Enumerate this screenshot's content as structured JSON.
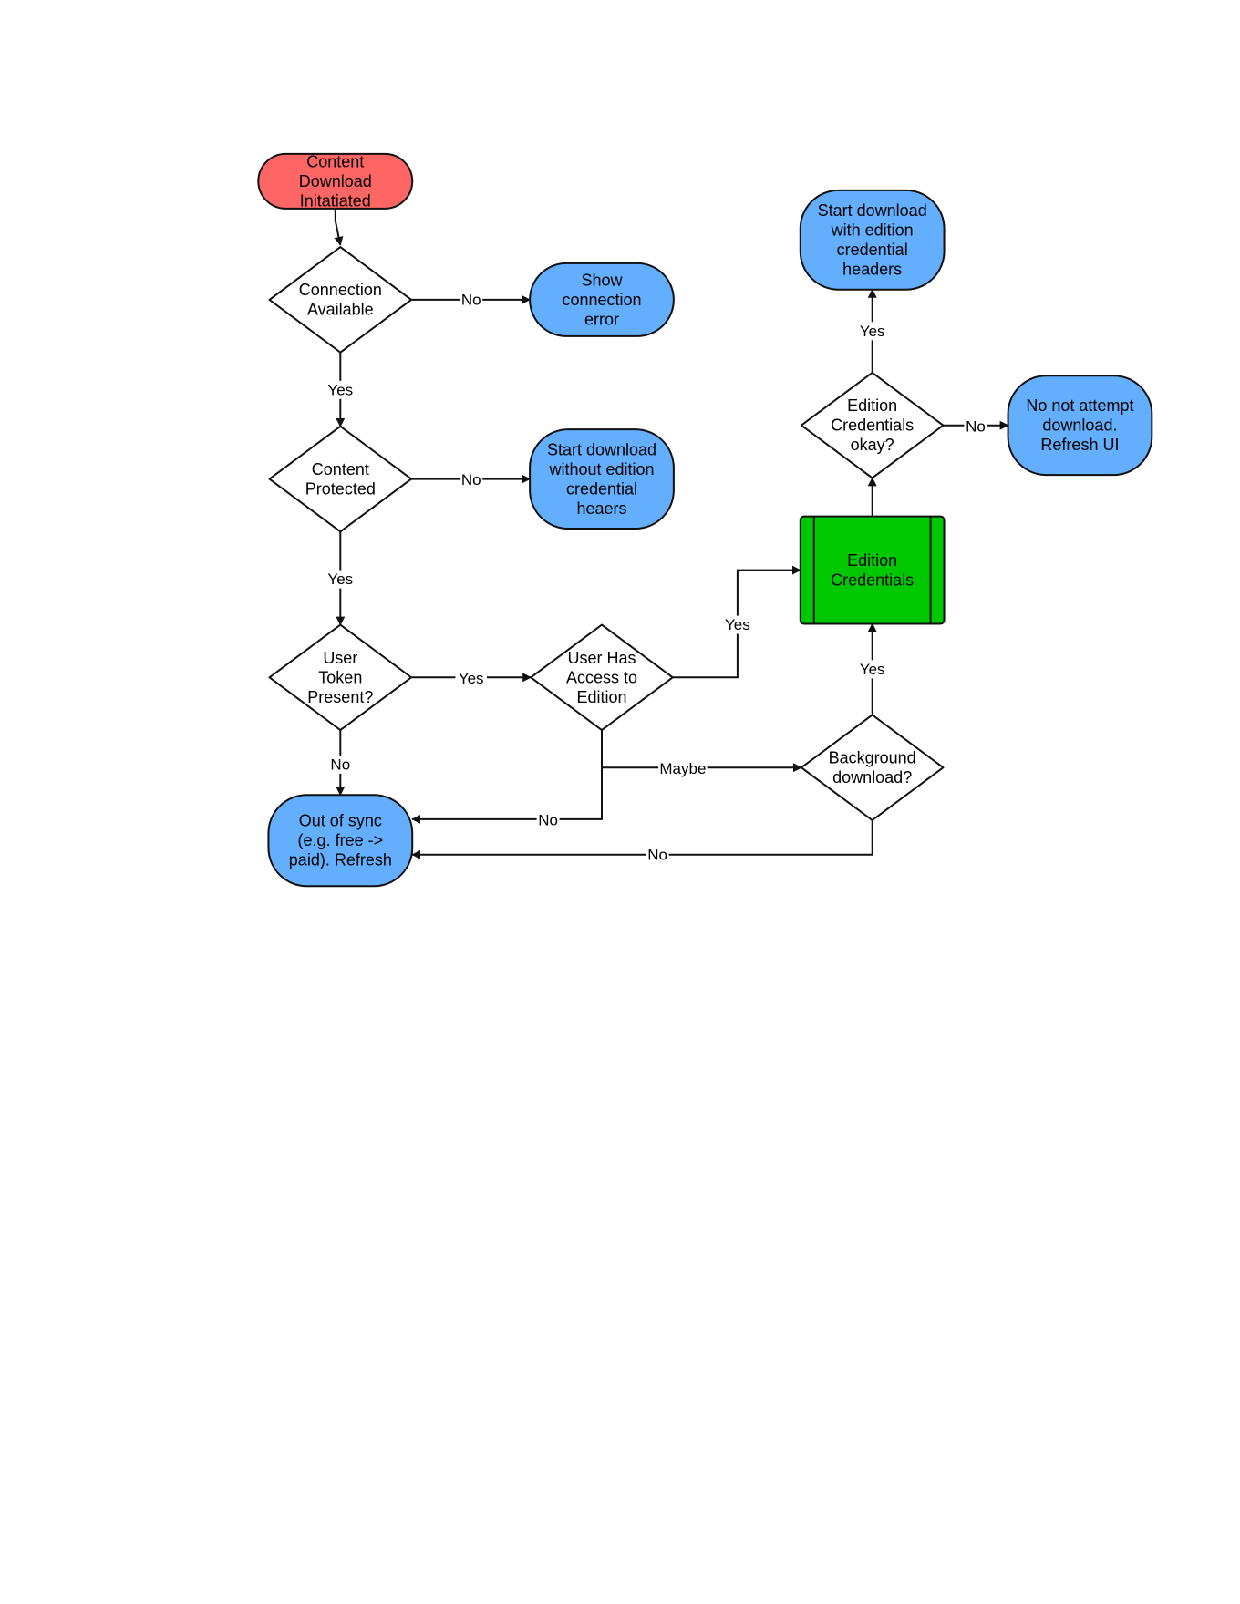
{
  "colors": {
    "start": "#fe6665",
    "terminal": "#64aefe",
    "decision": "#ffffff",
    "process": "#00c800",
    "stroke": "#111111"
  },
  "nodes": [
    {
      "id": "start",
      "kind": "start",
      "lines": [
        "Content",
        "Download",
        "Initatiated"
      ]
    },
    {
      "id": "connection",
      "kind": "decision",
      "lines": [
        "Connection",
        "Available"
      ]
    },
    {
      "id": "show-error",
      "kind": "terminal",
      "lines": [
        "Show",
        "connection",
        "error"
      ]
    },
    {
      "id": "content-protected",
      "kind": "decision",
      "lines": [
        "Content",
        "Protected"
      ]
    },
    {
      "id": "download-without",
      "kind": "terminal",
      "lines": [
        "Start download",
        "without edition",
        "credential",
        "heaers"
      ]
    },
    {
      "id": "user-token",
      "kind": "decision",
      "lines": [
        "User",
        "Token",
        "Present?"
      ]
    },
    {
      "id": "user-access",
      "kind": "decision",
      "lines": [
        "User Has",
        "Access to",
        "Edition"
      ]
    },
    {
      "id": "out-of-sync",
      "kind": "terminal",
      "lines": [
        "Out of sync",
        "(e.g. free ->",
        "paid). Refresh"
      ]
    },
    {
      "id": "background",
      "kind": "decision",
      "lines": [
        "Background",
        "download?"
      ]
    },
    {
      "id": "edition-credentials",
      "kind": "process",
      "lines": [
        "Edition",
        "Credentials"
      ]
    },
    {
      "id": "credentials-okay",
      "kind": "decision",
      "lines": [
        "Edition",
        "Credentials",
        "okay?"
      ]
    },
    {
      "id": "download-with",
      "kind": "terminal",
      "lines": [
        "Start download",
        "with edition",
        "credential",
        "headers"
      ]
    },
    {
      "id": "no-attempt",
      "kind": "terminal",
      "lines": [
        "No not attempt",
        "download.",
        "Refresh UI"
      ]
    }
  ],
  "edges": [
    {
      "id": "start-to-connection",
      "label": ""
    },
    {
      "id": "connection-no",
      "label": "No"
    },
    {
      "id": "connection-yes",
      "label": "Yes"
    },
    {
      "id": "protected-no",
      "label": "No"
    },
    {
      "id": "protected-yes",
      "label": "Yes"
    },
    {
      "id": "token-yes",
      "label": "Yes"
    },
    {
      "id": "token-no",
      "label": "No"
    },
    {
      "id": "access-yes",
      "label": "Yes"
    },
    {
      "id": "access-maybe",
      "label": "Maybe"
    },
    {
      "id": "access-no",
      "label": "No"
    },
    {
      "id": "background-yes",
      "label": "Yes"
    },
    {
      "id": "background-no",
      "label": "No"
    },
    {
      "id": "credentials-to-okay",
      "label": ""
    },
    {
      "id": "okay-yes",
      "label": "Yes"
    },
    {
      "id": "okay-no",
      "label": "No"
    }
  ]
}
